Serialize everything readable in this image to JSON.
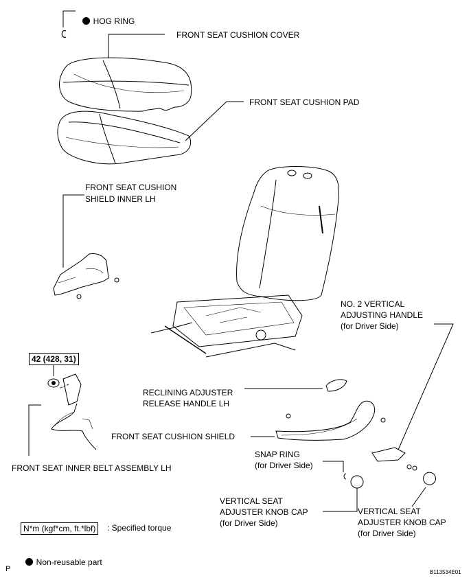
{
  "labels": {
    "hog_ring": "HOG RING",
    "cushion_cover": "FRONT SEAT CUSHION COVER",
    "cushion_pad": "FRONT SEAT CUSHION PAD",
    "shield_inner_line1": "FRONT SEAT CUSHION",
    "shield_inner_line2": "SHIELD INNER LH",
    "vertical_handle_line1": "NO. 2 VERTICAL",
    "vertical_handle_line2": "ADJUSTING HANDLE",
    "vertical_handle_line3": "(for Driver Side)",
    "reclining_line1": "RECLINING ADJUSTER",
    "reclining_line2": "RELEASE HANDLE LH",
    "cushion_shield": "FRONT SEAT CUSHION SHIELD",
    "snap_ring_line1": "SNAP RING",
    "snap_ring_line2": "(for Driver Side)",
    "inner_belt": "FRONT SEAT INNER BELT ASSEMBLY LH",
    "knob_cap_a_line1": "VERTICAL SEAT",
    "knob_cap_a_line2": "ADJUSTER KNOB CAP",
    "knob_cap_a_line3": "(for Driver Side)",
    "knob_cap_b_line1": "VERTICAL SEAT",
    "knob_cap_b_line2": "ADJUSTER KNOB CAP",
    "knob_cap_b_line3": "(for Driver Side)"
  },
  "torque_value": "42 (428, 31)",
  "legend": {
    "torque_unit": "N*m (kgf*cm, ft.*lbf)",
    "torque_desc": ": Specified torque",
    "non_reusable": "Non-reusable part"
  },
  "footer": {
    "page_mark": "P",
    "figure_id": "B113534E01"
  }
}
